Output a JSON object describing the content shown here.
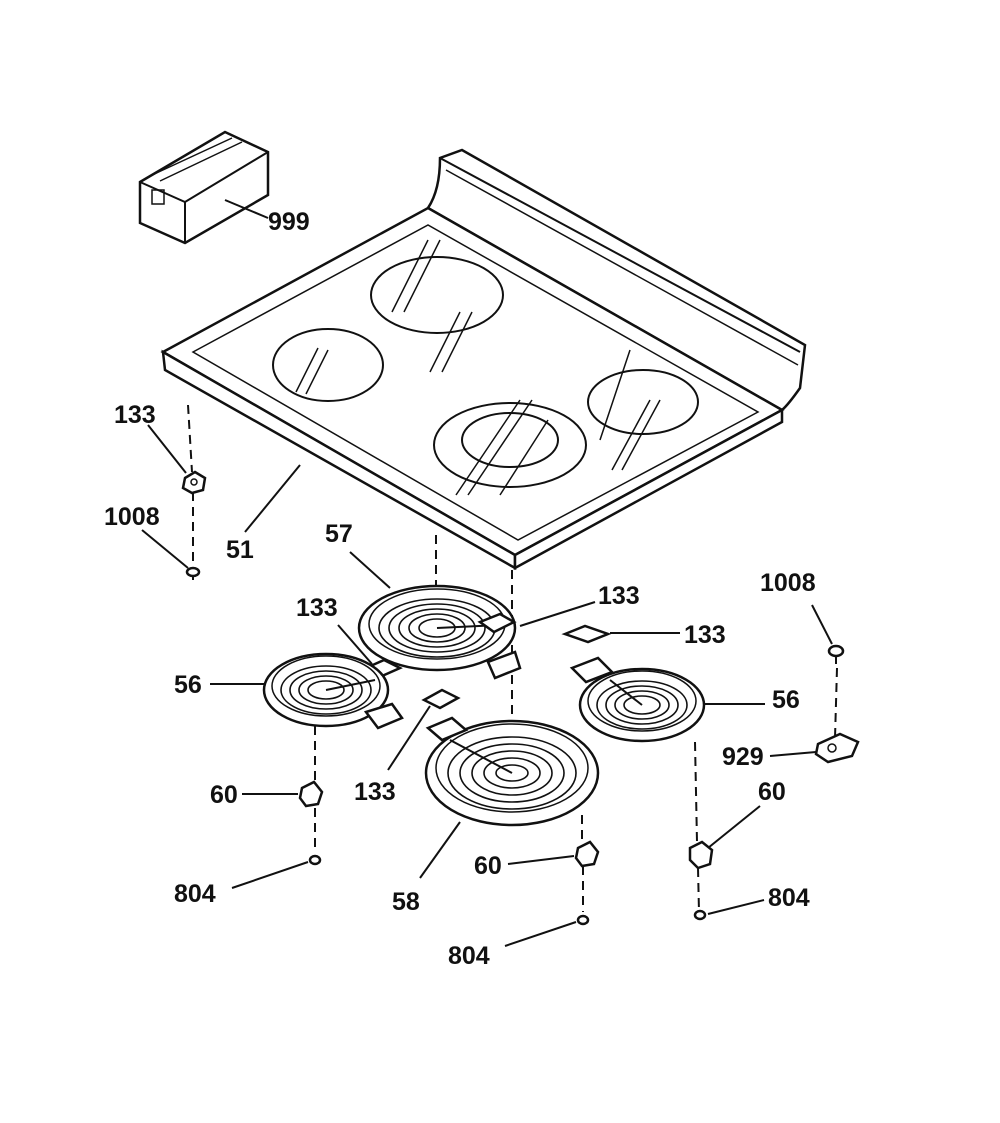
{
  "diagram": {
    "part_labels": {
      "carton": "999",
      "cooktop": "51",
      "clip_left": "133",
      "screw_left": "1008",
      "element_rear": "57",
      "spacer_rear_right": "133",
      "spacer_left_top": "133",
      "spacer_right": "133",
      "element_left": "56",
      "element_right": "56",
      "spacer_center": "133",
      "screw_right": "1008",
      "bracket": "929",
      "receptacle_left": "60",
      "receptacle_right": "60",
      "receptacle_center": "60",
      "element_front": "58",
      "screw_bottom_left": "804",
      "screw_bottom_center": "804",
      "screw_bottom_right": "804"
    }
  }
}
